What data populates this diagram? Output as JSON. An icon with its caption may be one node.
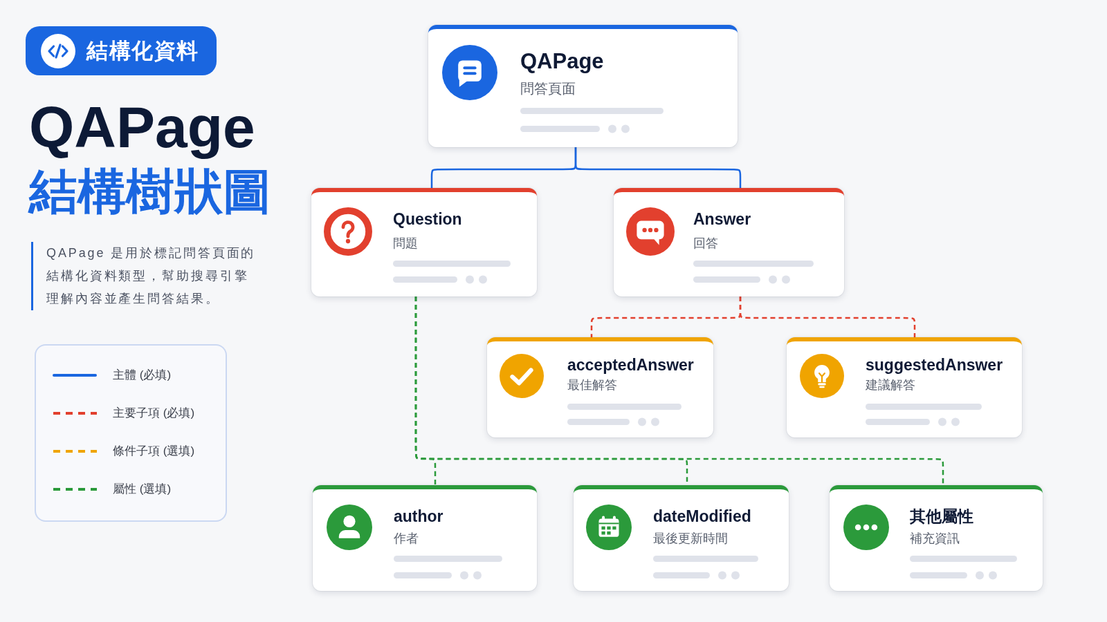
{
  "diagram": {
    "title": "QAPage 結構樹狀圖",
    "nodes": [
      {
        "text": [
          "結構化資料"
        ]
      },
      {
        "text": [
          "QAPage",
          "問答頁面"
        ]
      },
      {
        "text": [
          "Question",
          "問題"
        ]
      },
      {
        "text": [
          "Answer",
          "回答"
        ]
      },
      {
        "text": [
          "acceptedAnswer",
          "最佳解答"
        ]
      },
      {
        "text": [
          "suggestedAnswer",
          "建議解答"
        ]
      },
      {
        "text": [
          "author",
          "作者"
        ]
      },
      {
        "text": [
          "dateModified",
          "最後更新時間"
        ]
      },
      {
        "text": [
          "其他屬性",
          "補充資訊"
        ]
      }
    ],
    "edges": [
      {
        "from": 1,
        "to": 2,
        "arrow": "none",
        "color": "#1a66e0"
      },
      {
        "from": 1,
        "to": 3,
        "arrow": "none",
        "color": "#1a66e0"
      },
      {
        "from": 3,
        "to": 4,
        "arrow": "none",
        "style": "dashed",
        "color": "#e2402e"
      },
      {
        "from": 3,
        "to": 5,
        "arrow": "none",
        "style": "dashed",
        "color": "#e2402e"
      },
      {
        "from": 2,
        "to": 6,
        "arrow": "none",
        "style": "dashed",
        "color": "#2b9a3b"
      },
      {
        "from": 2,
        "to": 7,
        "arrow": "none",
        "style": "dashed",
        "color": "#2b9a3b"
      },
      {
        "from": 2,
        "to": 8,
        "arrow": "none",
        "style": "dashed",
        "color": "#2b9a3b"
      }
    ],
    "labels": [
      "QAPage 是用於標記問答頁面的結構化資料類型，幫助搜尋引擎理解內容並產生問答結果。"
    ],
    "legend": [
      {
        "text": "主體 (必填)"
      },
      {
        "text": "主要子項 (必填)"
      },
      {
        "text": "條件子項 (選填)"
      },
      {
        "text": "屬性 (選填)"
      }
    ]
  }
}
